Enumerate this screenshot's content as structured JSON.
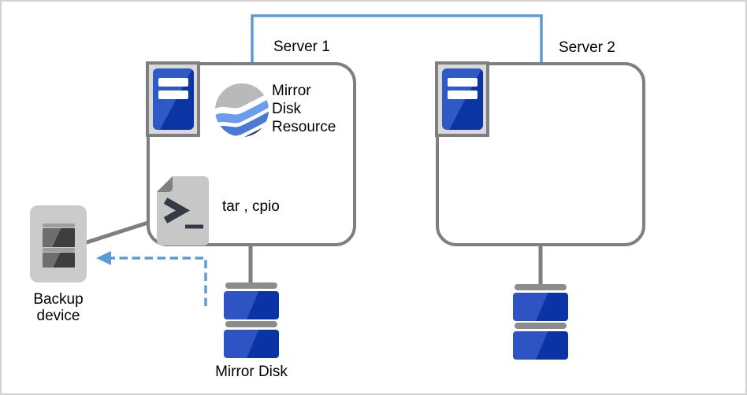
{
  "diagram": {
    "server1": {
      "title": "Server 1",
      "resource_label_lines": [
        "Mirror",
        "Disk",
        "Resource"
      ],
      "script_label": "tar , cpio"
    },
    "server2": {
      "title": "Server 2"
    },
    "backup_device": {
      "label_line1": "Backup",
      "label_line2": "device"
    },
    "mirror_disk": {
      "label": "Mirror Disk"
    },
    "icons": {
      "server": "server-icon",
      "mirror_disk_resource": "globe-waves-icon",
      "script": "shell-script-icon",
      "backup_device": "tape-drive-icon",
      "mirror_disk": "disk-stack-icon"
    },
    "colors": {
      "connector_blue": "#5B9BD5",
      "outline_gray": "#7F7F7F",
      "server_icon_blue_light": "#2E5AC7",
      "server_icon_blue_dark": "#0C34A4",
      "disk_blue_light": "#2E54C4",
      "disk_blue_dark": "#0A34A6",
      "tray_gray": "#D9D9D9",
      "device_body_gray": "#CBCBCB",
      "device_slot_dark": "#3E3E3E",
      "globe_gray": "#B9B9B9",
      "globe_blue_light": "#6C9CEF",
      "globe_blue_mid": "#4B7AD3",
      "globe_navy": "#16386F",
      "document_gray": "#C7C7C7"
    }
  }
}
